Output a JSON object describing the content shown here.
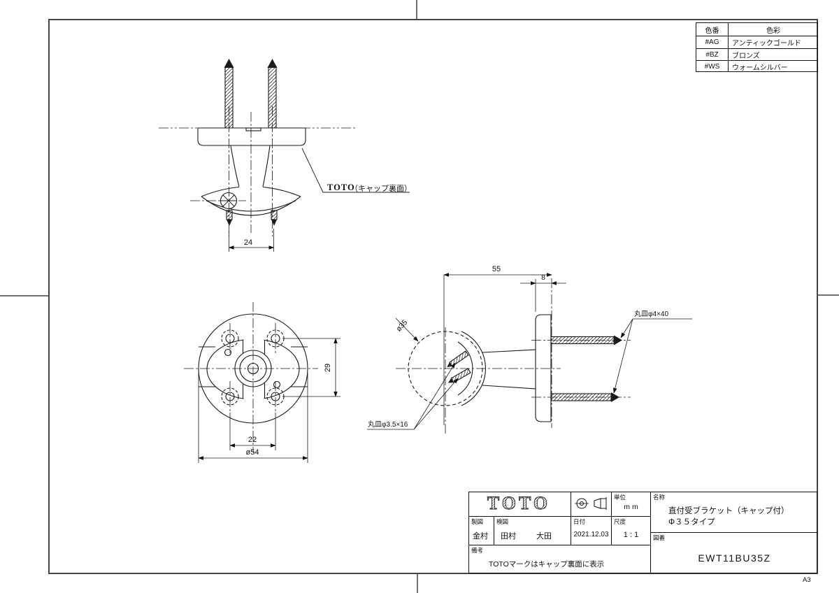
{
  "page": {
    "size_label": "A3"
  },
  "color_table": {
    "headers": [
      "色番",
      "色彩"
    ],
    "rows": [
      [
        "#AG",
        "アンティックゴールド"
      ],
      [
        "#BZ",
        "ブロンズ"
      ],
      [
        "#WS",
        "ウォームシルバー"
      ]
    ]
  },
  "title_block": {
    "logo": "TOTO",
    "unit_label": "単位",
    "unit_value": "m m",
    "drafter_label": "製図",
    "drafter": "金村",
    "checker_label": "検図",
    "checker_1": "田村",
    "checker_2": "大田",
    "date_label": "日付",
    "date": "2021.12.03",
    "scale_label": "尺度",
    "scale": "1 : 1",
    "name_label": "名称",
    "name_line1": "直付受ブラケット（キャップ付）",
    "name_line2": "Φ３５タイプ",
    "number_label": "図番",
    "number": "EWT11BU35Z",
    "remarks_label": "備考",
    "remarks": "TOTOマークはキャップ裏面に表示"
  },
  "annotations": {
    "cap_logo": "TOTO",
    "cap_text": "（キャップ裏面）",
    "screw_large": "丸皿φ4×40",
    "screw_small": "丸皿φ3.5×16",
    "dia35": "ø35"
  },
  "dimensions": {
    "top_pitch": "24",
    "front_pitch_h": "22",
    "front_outer_dia": "ø54",
    "front_pitch_v": "29",
    "side_depth": "55",
    "side_plate": "8"
  }
}
